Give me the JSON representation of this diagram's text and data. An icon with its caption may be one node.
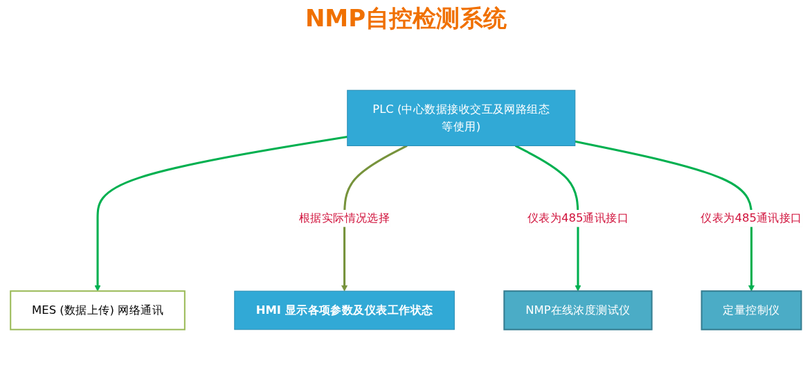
{
  "diagram": {
    "title": "NMP自控检测系统",
    "nodes": [
      {
        "text": [
          "MES (数据上传) 网络通讯"
        ]
      },
      {
        "text": [
          "PLC (中心数据接收交互及网路组态等使用)"
        ]
      },
      {
        "text": [
          "HMI 显示各项参数及仪表工作状态"
        ]
      },
      {
        "text": [
          "NMP在线浓度测试仪"
        ]
      },
      {
        "text": [
          "定量控制仪"
        ]
      }
    ],
    "edges": [
      {
        "from": 1,
        "to": 0,
        "arrow": "to"
      },
      {
        "from": 1,
        "to": 2,
        "arrow": "to",
        "label": "根据实际情况选择",
        "color": "#77933c"
      },
      {
        "from": 1,
        "to": 3,
        "arrow": "to",
        "label": "仪表为485通讯接口"
      },
      {
        "from": 1,
        "to": 4,
        "arrow": "to",
        "label": "仪表为485通讯接口"
      }
    ]
  }
}
